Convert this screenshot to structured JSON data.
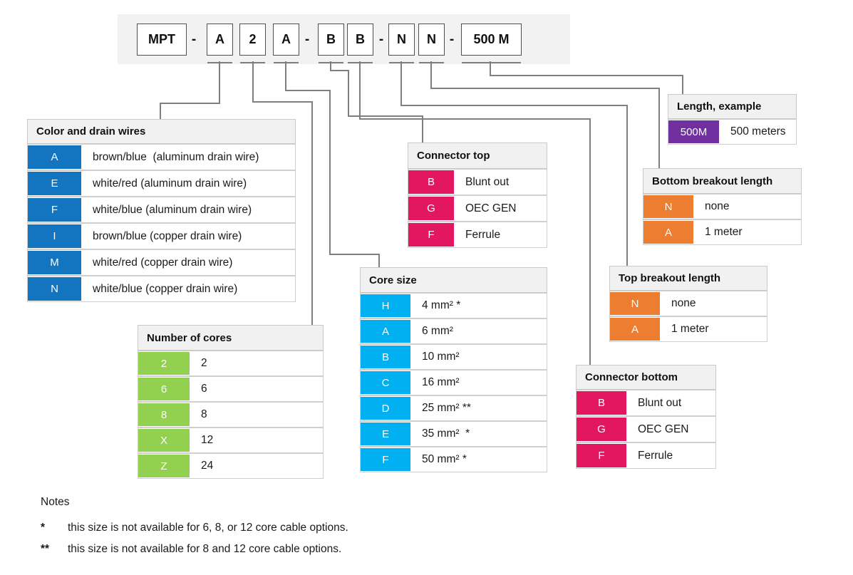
{
  "part_number": {
    "segments": [
      "MPT",
      "-",
      "A",
      "2",
      "A",
      "-",
      "B",
      "B",
      "-",
      "N",
      "N",
      "-",
      "500 M"
    ]
  },
  "tables": {
    "color_drain": {
      "title": "Color and drain wires",
      "accent": "#1374c0",
      "rows": [
        {
          "code": "A",
          "label": "brown/blue  (aluminum drain wire)"
        },
        {
          "code": "E",
          "label": "white/red (aluminum drain wire)"
        },
        {
          "code": "F",
          "label": "white/blue (aluminum drain wire)"
        },
        {
          "code": "I",
          "label": "brown/blue (copper drain wire)"
        },
        {
          "code": "M",
          "label": "white/red (copper drain wire)"
        },
        {
          "code": "N",
          "label": "white/blue (copper drain wire)"
        }
      ]
    },
    "cores": {
      "title": "Number of cores",
      "accent": "#92d050",
      "rows": [
        {
          "code": "2",
          "label": "2"
        },
        {
          "code": "6",
          "label": "6"
        },
        {
          "code": "8",
          "label": "8"
        },
        {
          "code": "X",
          "label": "12"
        },
        {
          "code": "Z",
          "label": "24"
        }
      ]
    },
    "connector_top": {
      "title": "Connector top",
      "accent": "#e2175f",
      "rows": [
        {
          "code": "B",
          "label": "Blunt out"
        },
        {
          "code": "G",
          "label": "OEC GEN"
        },
        {
          "code": "F",
          "label": "Ferrule"
        }
      ]
    },
    "core_size": {
      "title": "Core size",
      "accent": "#00b0f0",
      "rows": [
        {
          "code": "H",
          "label": "4 mm² *"
        },
        {
          "code": "A",
          "label": "6 mm²"
        },
        {
          "code": "B",
          "label": "10 mm²"
        },
        {
          "code": "C",
          "label": "16 mm²"
        },
        {
          "code": "D",
          "label": "25 mm² **"
        },
        {
          "code": "E",
          "label": "35 mm²  *"
        },
        {
          "code": "F",
          "label": "50 mm² *"
        }
      ]
    },
    "length_example": {
      "title": "Length, example",
      "accent": "#7030a0",
      "rows": [
        {
          "code": "500M",
          "label": "500 meters"
        }
      ]
    },
    "bottom_breakout": {
      "title": "Bottom breakout length",
      "accent": "#ed7d31",
      "rows": [
        {
          "code": "N",
          "label": "none"
        },
        {
          "code": "A",
          "label": "1 meter"
        }
      ]
    },
    "top_breakout": {
      "title": "Top breakout length",
      "accent": "#ed7d31",
      "rows": [
        {
          "code": "N",
          "label": "none"
        },
        {
          "code": "A",
          "label": "1 meter"
        }
      ]
    },
    "connector_bottom": {
      "title": "Connector bottom",
      "accent": "#e2175f",
      "rows": [
        {
          "code": "B",
          "label": "Blunt out"
        },
        {
          "code": "G",
          "label": "OEC GEN"
        },
        {
          "code": "F",
          "label": "Ferrule"
        }
      ]
    }
  },
  "notes": {
    "title": "Notes",
    "items": [
      {
        "marker": "*",
        "text": "this size is not available for 6, 8, or 12 core cable options."
      },
      {
        "marker": "**",
        "text": "this size is not available for 8 and 12 core cable options."
      }
    ]
  },
  "colors": {
    "band": "#f2f2f2",
    "line": "#7f7f7f",
    "header_bg": "#f1f1f1"
  }
}
